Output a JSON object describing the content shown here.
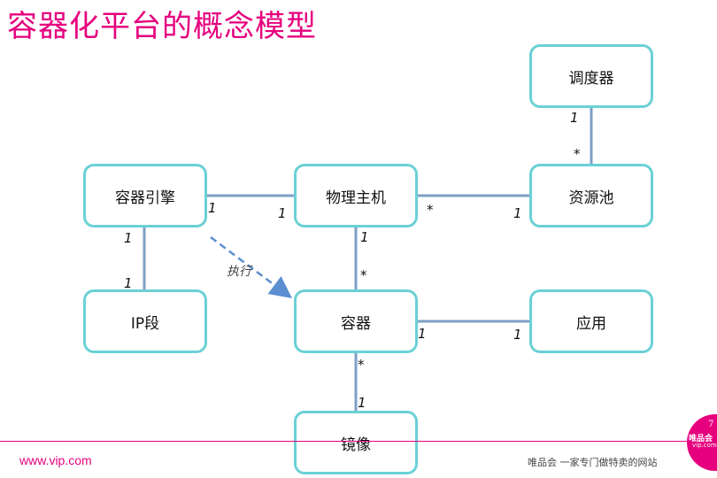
{
  "title": "容器化平台的概念模型",
  "nodes": {
    "scheduler": "调度器",
    "engine": "容器引擎",
    "host": "物理主机",
    "pool": "资源池",
    "ip": "IP段",
    "container": "容器",
    "app": "应用",
    "image": "镜像"
  },
  "multiplicities": {
    "scheduler_pool_top": "1",
    "scheduler_pool_bottom": "*",
    "engine_host_left": "1",
    "engine_host_right": "1",
    "host_pool_left": "*",
    "host_pool_right": "1",
    "engine_ip_top": "1",
    "engine_ip_bottom": "1",
    "host_container_top": "1",
    "host_container_bottom": "*",
    "container_app_left": "1",
    "container_app_right": "1",
    "container_image_top": "*",
    "container_image_bottom": "1"
  },
  "edge_labels": {
    "execute": "执行"
  },
  "footer": {
    "url": "www.vip.com",
    "slogan": "唯品会 一家专门做特卖的网站",
    "page_number": "7",
    "brand": "唯品会",
    "brand_url": "vip.com"
  },
  "colors": {
    "accent": "#e6007e",
    "node_border": "#6ad1d6",
    "link": "#7f9fc4",
    "dashed_link": "#5b8fd1"
  }
}
